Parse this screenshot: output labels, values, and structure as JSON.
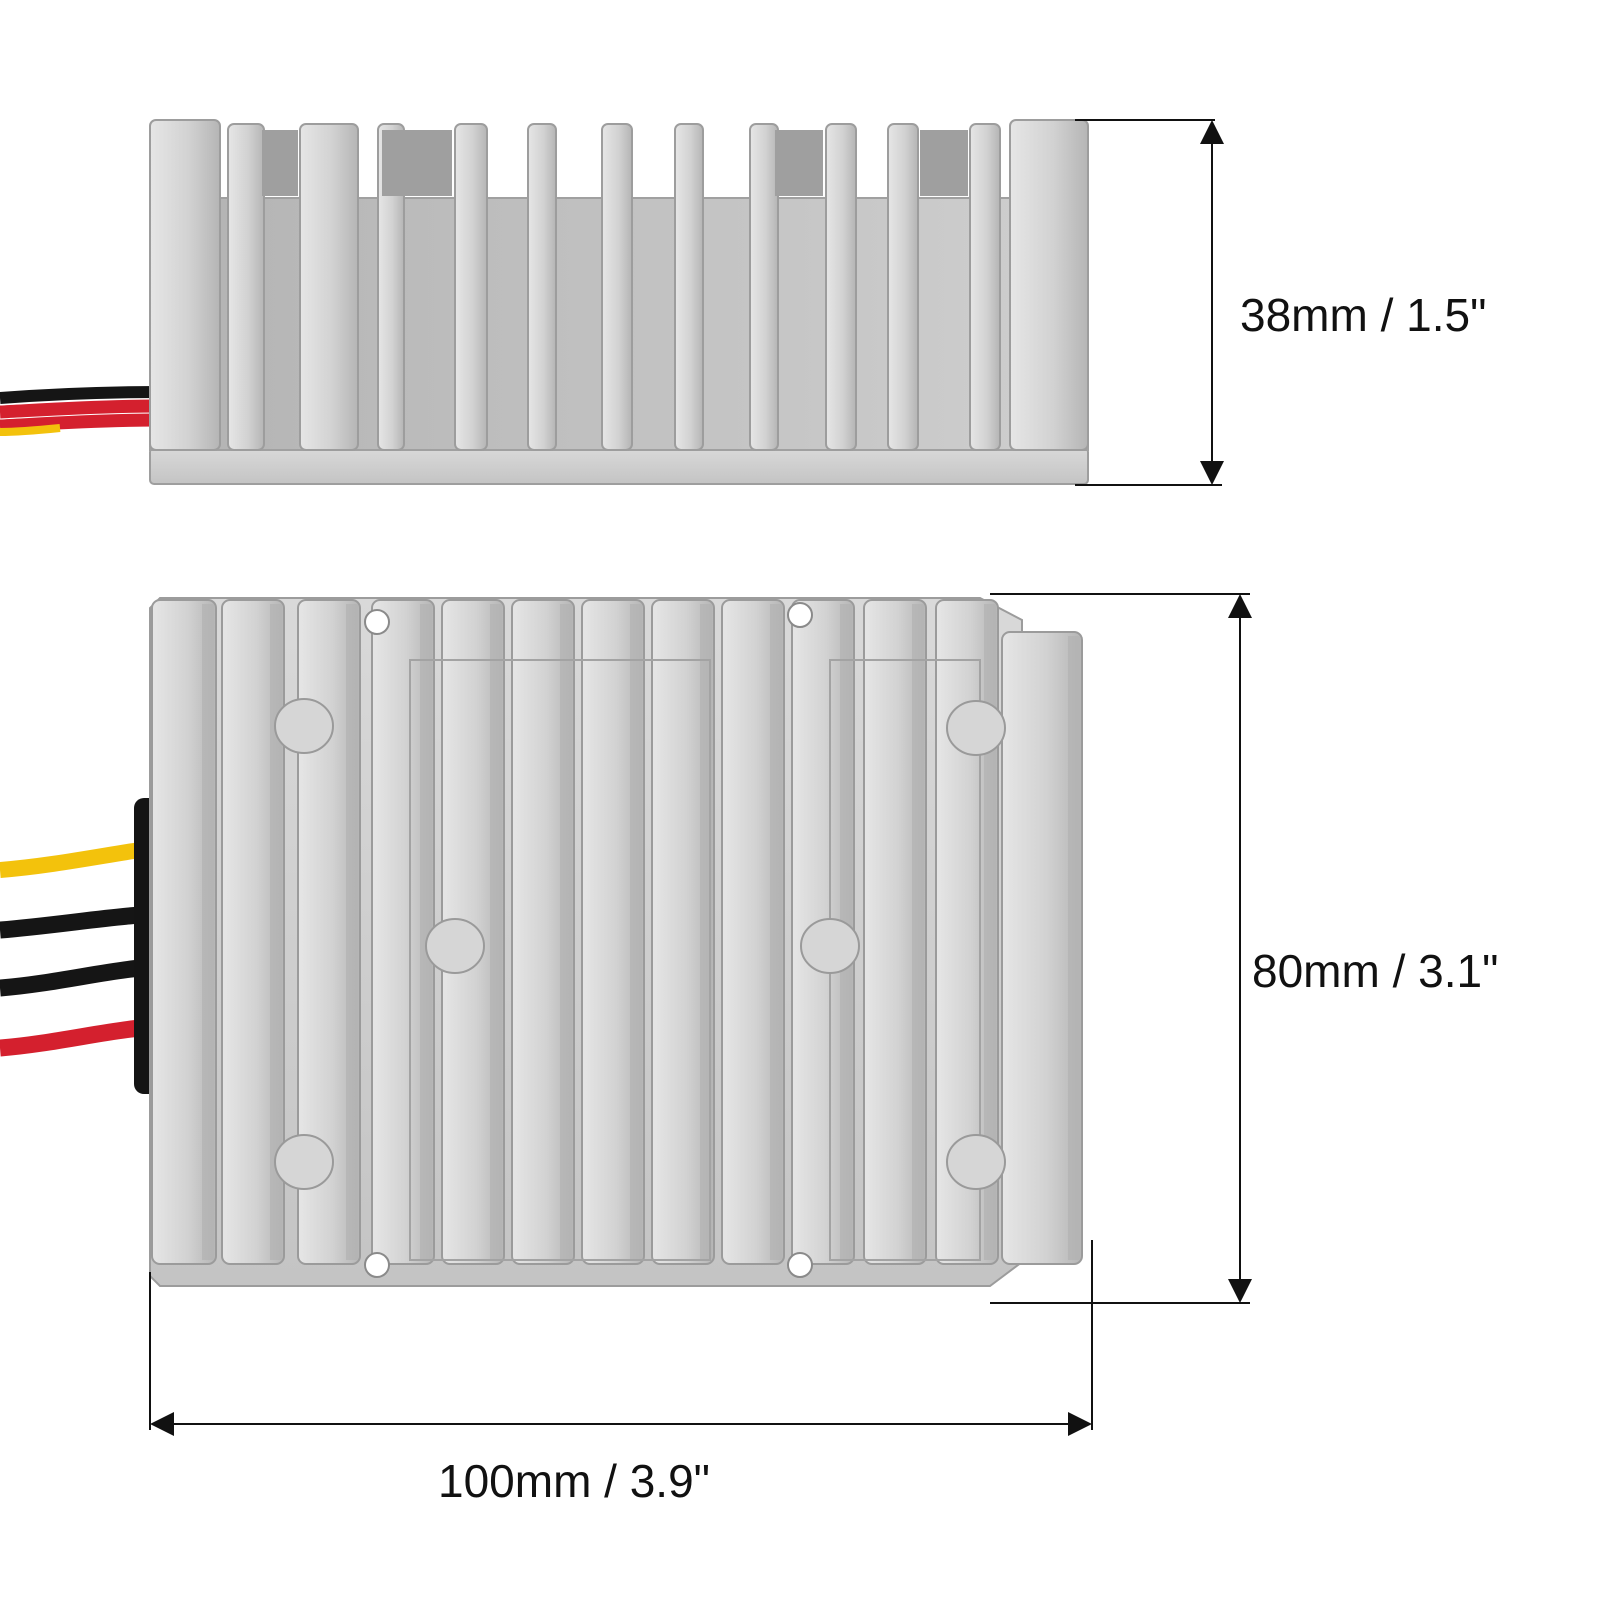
{
  "dimensions": {
    "height_label": "38mm / 1.5\"",
    "width_label": "80mm / 3.1\"",
    "length_label": "100mm / 3.9\""
  },
  "colors": {
    "metal_light": "#dcdcdc",
    "metal_mid": "#c9c9c9",
    "metal_dark": "#a9a9a9",
    "wire_red": "#d4202e",
    "wire_black": "#151515",
    "wire_yellow": "#f3c20c",
    "dimension_line": "#111111"
  },
  "icons": [
    "heatsink-side-view",
    "heatsink-top-view",
    "wire-bundle"
  ]
}
